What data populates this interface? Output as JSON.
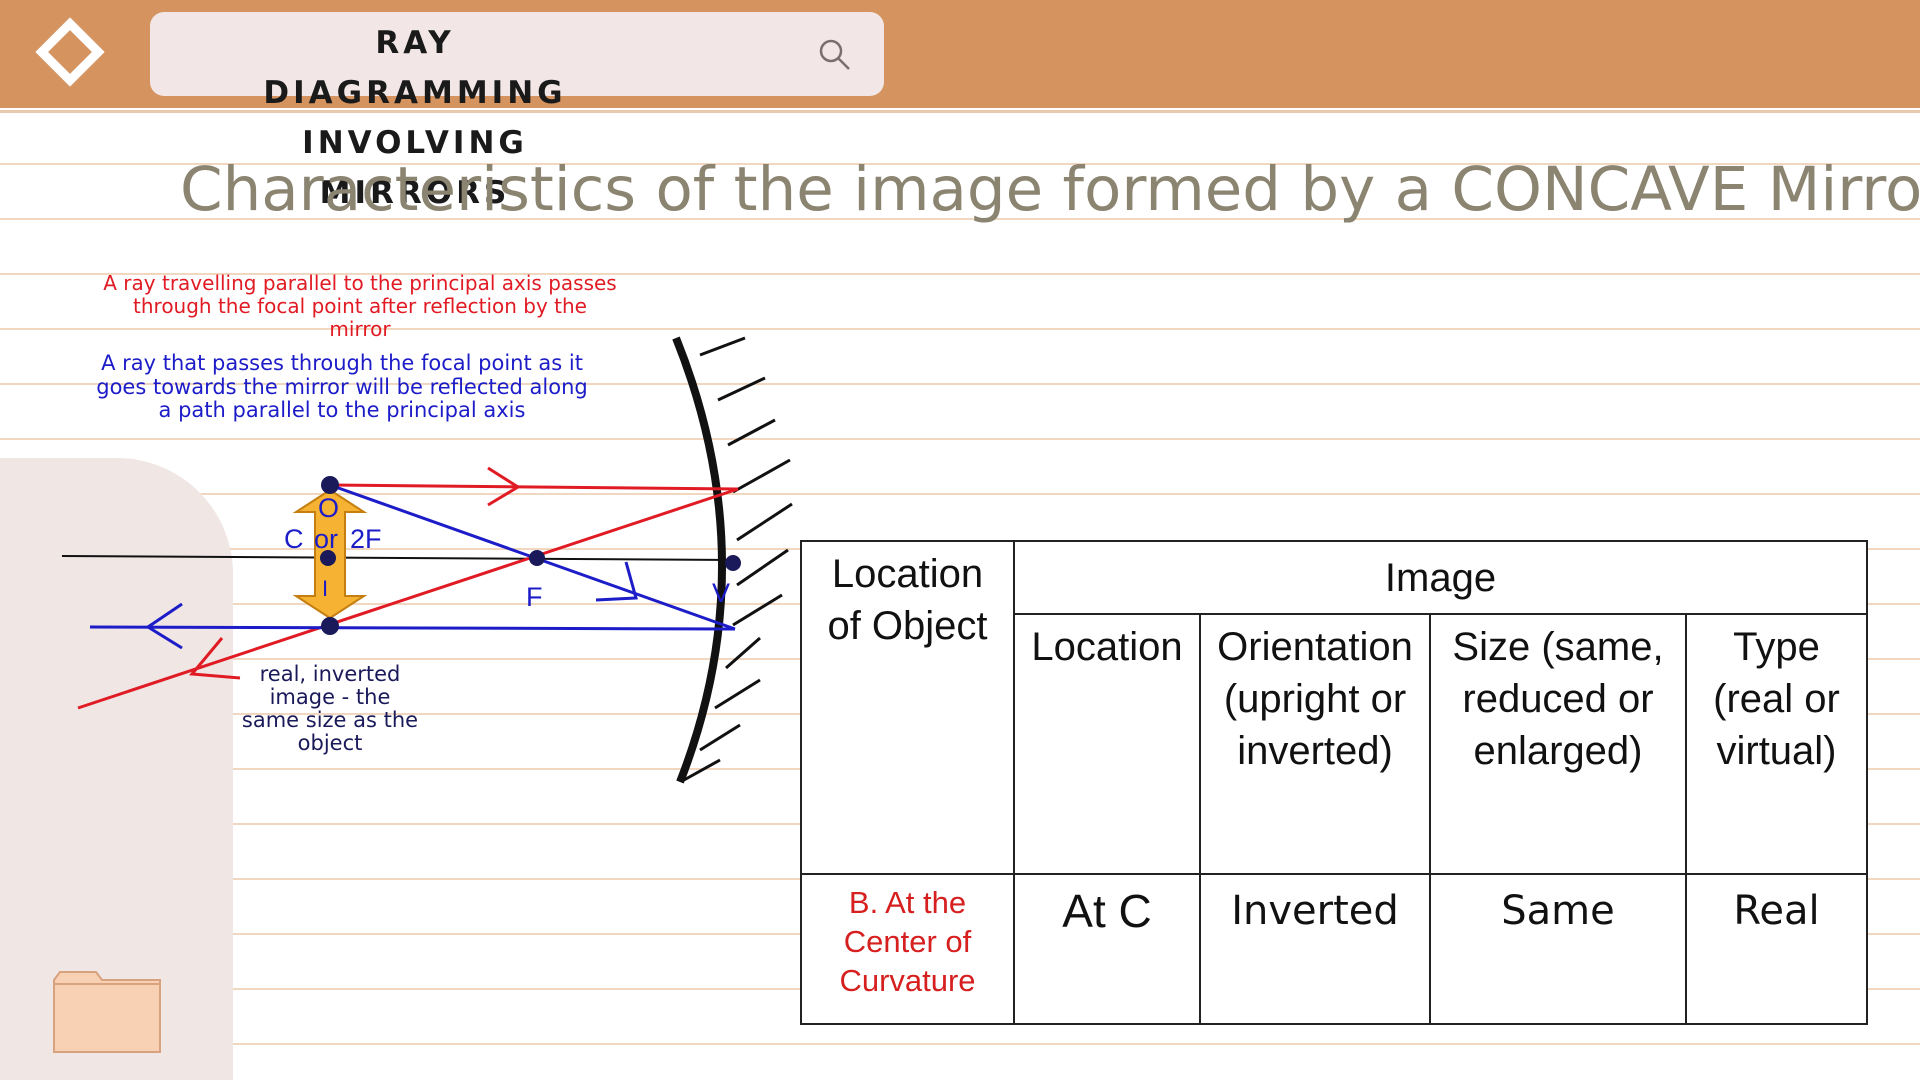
{
  "header": {
    "title_line1": "RAY DIAGRAMMING",
    "title_line2": "INVOLVING MIRRORS",
    "logo_icon": "diamond-logo-icon",
    "search_icon": "search-icon",
    "accent_color": "#d4935f"
  },
  "slide": {
    "title": "Characteristics of the image formed by a CONCAVE Mirror"
  },
  "diagram": {
    "ray1_note": [
      "A ray travelling parallel to the principal axis passes",
      "through the focal point after reflection by the",
      "mirror"
    ],
    "ray2_note": [
      "A ray that passes through the focal point as it",
      "goes towards the mirror will be reflected along",
      "a path parallel to the principal axis"
    ],
    "image_note": [
      "real, inverted",
      "image - the",
      "same size as the",
      "object"
    ],
    "label_object": "O",
    "label_c": "C",
    "label_or": "or",
    "label_2f": "2F",
    "label_image": "I",
    "label_focus": "F",
    "label_vertex": "V"
  },
  "table": {
    "col_object": [
      "Location",
      "of Object"
    ],
    "col_image": "Image",
    "sub_location": "Location",
    "sub_orientation": [
      "Orientation",
      "(upright or",
      "inverted)"
    ],
    "sub_size": [
      "Size (same,",
      "reduced or",
      "enlarged)"
    ],
    "sub_type": [
      "Type",
      "(real or",
      "virtual)"
    ],
    "row_object": [
      "B. At the",
      "Center of",
      "Curvature"
    ],
    "row_location": "At C",
    "row_orientation": "Inverted",
    "row_size": "Same",
    "row_type": "Real"
  }
}
